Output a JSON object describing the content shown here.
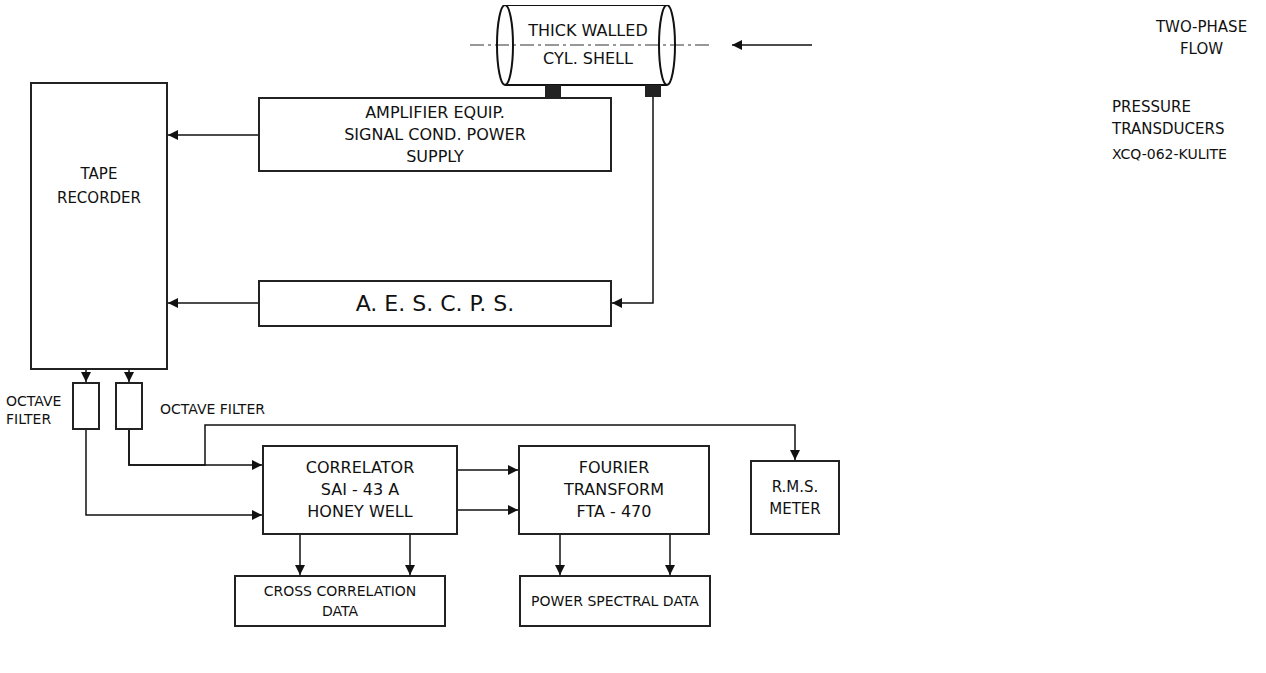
{
  "diagram": {
    "nodes": [
      {
        "text": [
          "THICK WALLED CYL. SHELL"
        ]
      },
      {
        "text": [
          "AMPLIFIER EQUIP. SIGNAL COND. POWER SUPPLY"
        ]
      },
      {
        "text": [
          "TAPE RECORDER"
        ]
      },
      {
        "text": [
          "A. E. S. C. P. S."
        ]
      },
      {
        "text": [
          "OCTAVE FILTER"
        ]
      },
      {
        "text": [
          "OCTAVE FILTER"
        ]
      },
      {
        "text": [
          "CORRELATOR SAI - 43 A HONEY WELL"
        ]
      },
      {
        "text": [
          "FOURIER TRANSFORM FTA - 470"
        ]
      },
      {
        "text": [
          "R.M.S. METER"
        ]
      },
      {
        "text": [
          "CROSS CORRELATION DATA"
        ]
      },
      {
        "text": [
          "POWER SPECTRAL DATA"
        ]
      }
    ],
    "edges": [
      {
        "from": 0,
        "to": 1,
        "arrow": "to"
      },
      {
        "from": 1,
        "to": 2,
        "arrow": "to"
      },
      {
        "from": 0,
        "to": 3,
        "arrow": "to"
      },
      {
        "from": 3,
        "to": 2,
        "arrow": "to"
      },
      {
        "from": 2,
        "to": 4,
        "arrow": "to"
      },
      {
        "from": 2,
        "to": 5,
        "arrow": "to"
      },
      {
        "from": 5,
        "to": 6,
        "arrow": "to"
      },
      {
        "from": 4,
        "to": 6,
        "arrow": "to"
      },
      {
        "from": 5,
        "to": 8,
        "arrow": "to"
      },
      {
        "from": 6,
        "to": 7,
        "arrow": "to"
      },
      {
        "from": 6,
        "to": 7,
        "arrow": "to"
      },
      {
        "from": 6,
        "to": 9,
        "arrow": "to"
      },
      {
        "from": 6,
        "to": 9,
        "arrow": "to"
      },
      {
        "from": 7,
        "to": 10,
        "arrow": "to"
      },
      {
        "from": 7,
        "to": 10,
        "arrow": "to"
      }
    ],
    "labels": [
      "TWO-PHASE FLOW",
      "PRESSURE TRANSDUCERS",
      "XCQ-062-KULITE"
    ]
  }
}
